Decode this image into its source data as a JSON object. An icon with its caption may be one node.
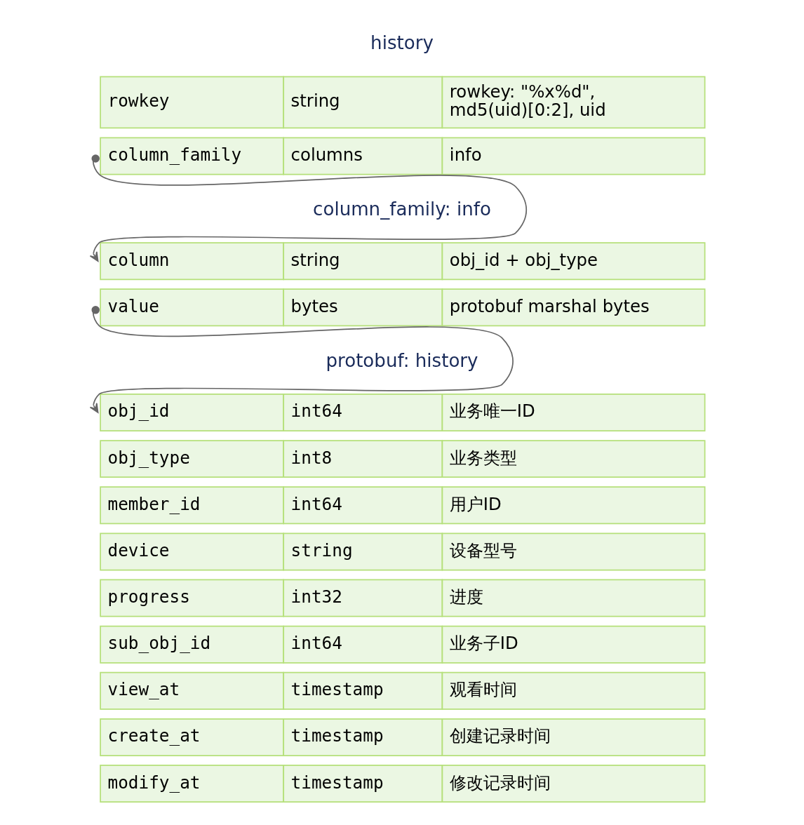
{
  "diagram": {
    "nodes": [
      {
        "text": [
          "rowkey",
          "string",
          "rowkey: \"%x%d\", md5(uid)[0:2], uid"
        ]
      },
      {
        "text": [
          "column_family",
          "columns",
          "info"
        ]
      },
      {
        "text": [
          "column",
          "string",
          "obj_id + obj_type"
        ]
      },
      {
        "text": [
          "value",
          "bytes",
          "protobuf marshal bytes"
        ]
      },
      {
        "text": [
          "obj_id",
          "int64",
          "业务唯一ID"
        ]
      },
      {
        "text": [
          "obj_type",
          "int8",
          "业务类型"
        ]
      },
      {
        "text": [
          "member_id",
          "int64",
          "用户ID"
        ]
      },
      {
        "text": [
          "device",
          "string",
          "设备型号"
        ]
      },
      {
        "text": [
          "progress",
          "int32",
          "进度"
        ]
      },
      {
        "text": [
          "sub_obj_id",
          "int64",
          "业务子ID"
        ]
      },
      {
        "text": [
          "view_at",
          "timestamp",
          "观看时间"
        ]
      },
      {
        "text": [
          "create_at",
          "timestamp",
          "创建记录时间"
        ]
      },
      {
        "text": [
          "modify_at",
          "timestamp",
          "修改记录时间"
        ]
      }
    ],
    "edges": [
      {
        "from": 1,
        "to": 2,
        "arrow": "to"
      },
      {
        "from": 3,
        "to": 4,
        "arrow": "to"
      }
    ],
    "labels": [
      "history",
      "column_family: info",
      "protobuf: history"
    ]
  }
}
